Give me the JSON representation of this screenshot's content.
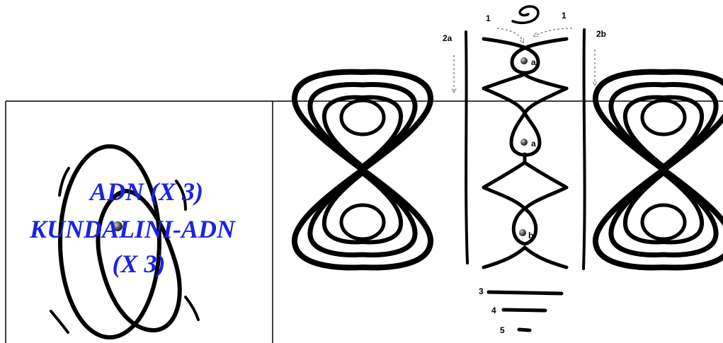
{
  "caption": {
    "line1": "ADN (X 3)",
    "line2": "KUNDALINI-ADN",
    "line3": "(X 3)",
    "color": "#1b22e6"
  },
  "labels": {
    "top_left": "1",
    "top_right": "1",
    "side_left": "2a",
    "side_right": "2b",
    "node_top": "a",
    "node_middle": "a",
    "node_bottom": "b",
    "bar_3": "3",
    "bar_4": "4",
    "bar_5": "5"
  },
  "icons": [
    "spiral-symbol-icon",
    "arrow-down-icon"
  ]
}
